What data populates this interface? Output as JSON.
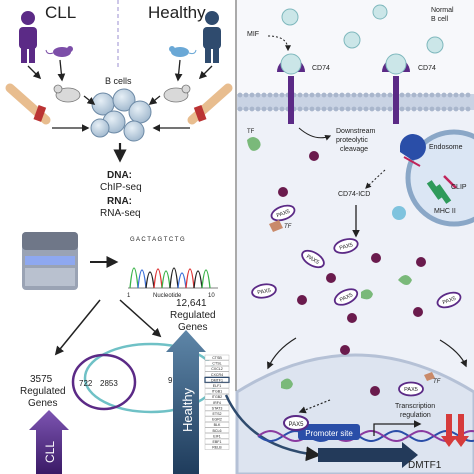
{
  "left": {
    "cll_title": "CLL",
    "healthy_title": "Healthy",
    "bcells_label": "B cells",
    "dna_label": "DNA:",
    "chipseq_label": "ChIP-seq",
    "rna_label": "RNA:",
    "rnaseq_label": "RNA-seq",
    "sequence_letters": "G A C T A G T C T G",
    "nucleotide_label": "Nucleotide",
    "axis_start": "1",
    "axis_end": "10",
    "healthy_count": "12,641",
    "healthy_regulated": "Regulated",
    "healthy_genes": "Genes",
    "cll_count": "3575",
    "cll_regulated": "Regulated",
    "cll_genes": "Genes",
    "venn_left": "722",
    "venn_mid": "2853",
    "venn_right": "9788",
    "healthy_arrow_label": "Healthy",
    "cll_arrow_label": "CLL",
    "gene_list": [
      "CTSB",
      "CTSL",
      "CXCL2",
      "CXCR4",
      "DMTF1",
      "ELF1",
      "ITGB1",
      "ITGB2",
      "IRF4",
      "STAT3",
      "ETS2",
      "EGR2",
      "BLK",
      "BCL6",
      "EIF1",
      "EBF1",
      "RELB"
    ],
    "highlight_gene": "DMTF1"
  },
  "right": {
    "normal_label": "Normal",
    "bcell_label": "B cell",
    "mif_label": "MIF",
    "cd74_left": "CD74",
    "cd74_right": "CD74",
    "tf_label_1": "TF",
    "tf_label_2": "TF",
    "tf_label_3": "TF",
    "downstream_line1": "Downstream",
    "downstream_line2": "proteolytic",
    "downstream_line3": "cleavage",
    "endosome_label": "Endosome",
    "clip_label": "CLIP",
    "mhc_label": "MHC II",
    "cd74icd_label": "CD74-ICD",
    "pax5_label": "PAX5",
    "promoter_label": "Promoter site",
    "transcription_line1": "Transcription",
    "transcription_line2": "regulation",
    "dmtf1_label": "DMTF1"
  },
  "colors": {
    "purple": "#5b2a86",
    "teal": "#6fc1c6",
    "navy": "#2f4b6e",
    "right_bg": "#e8edf5",
    "membrane": "#b8c4d8",
    "red": "#d63b3b"
  }
}
